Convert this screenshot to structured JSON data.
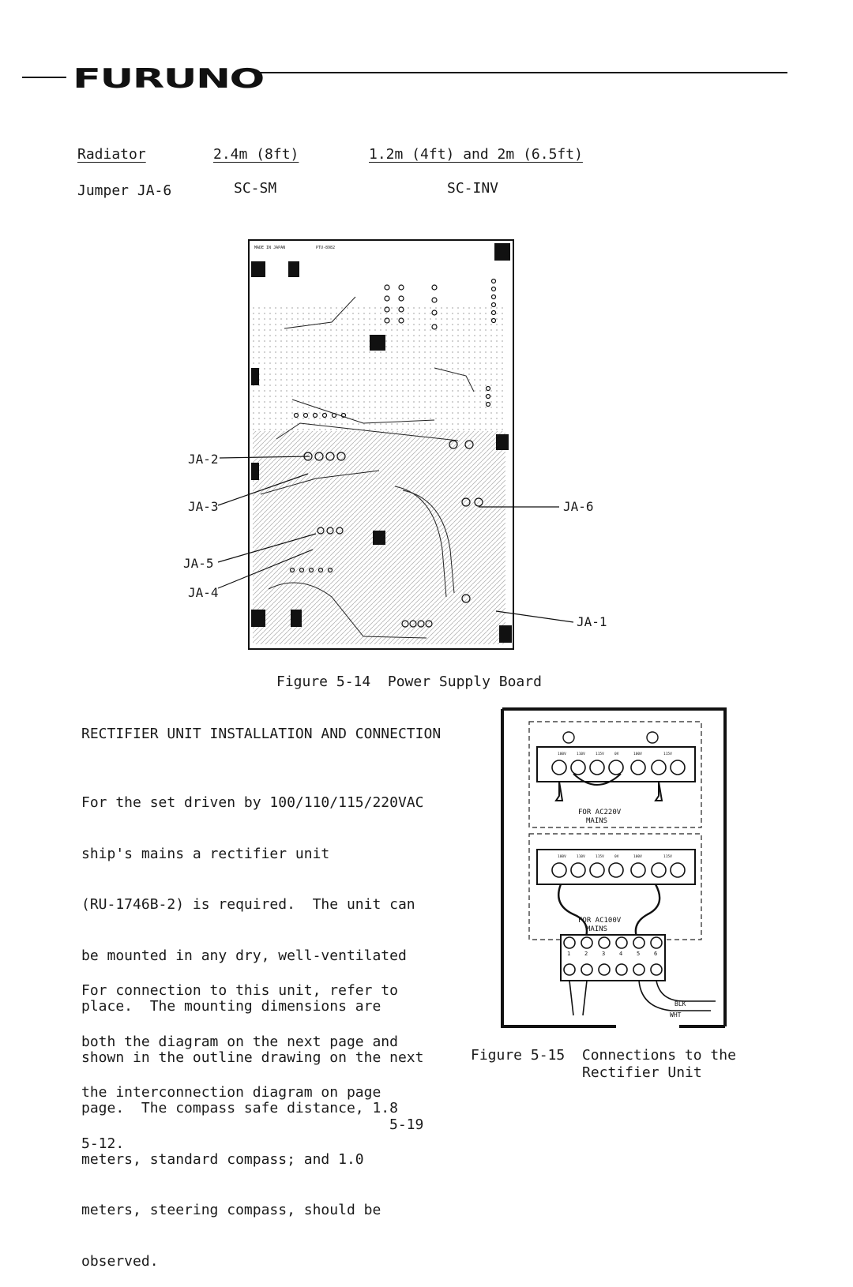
{
  "header": {
    "brand": "FURUNO"
  },
  "jumper_table": {
    "headers": [
      "Radiator",
      "2.4m (8ft)",
      "1.2m (4ft) and 2m (6.5ft)"
    ],
    "row": [
      "Jumper JA-6",
      "SC-SM",
      "SC-INV"
    ]
  },
  "figure14": {
    "caption": "Figure 5-14  Power Supply Board",
    "board_marks": [
      "MADE IN JAPAN",
      "PTU-8982"
    ],
    "labels": {
      "ja2": "JA-2",
      "ja3": "JA-3",
      "ja5": "JA-5",
      "ja4": "JA-4",
      "ja6": "JA-6",
      "ja1": "JA-1"
    }
  },
  "section": {
    "heading": "RECTIFIER UNIT INSTALLATION AND CONNECTION",
    "para1": [
      "For the set driven by 100/110/115/220VAC",
      "ship's mains a rectifier unit",
      "(RU-1746B-2) is required.  The unit can",
      "be mounted in any dry, well-ventilated",
      "place.  The mounting dimensions are",
      "shown in the outline drawing on the next",
      "page.  The compass safe distance, 1.8",
      "meters, standard compass; and 1.0",
      "meters, steering compass, should be",
      "observed."
    ],
    "para2": [
      "For connection to this unit, refer to",
      "both the diagram on the next page and",
      "the interconnection diagram on page",
      "5-12."
    ]
  },
  "figure15": {
    "caption_line1": "Figure 5-15  Connections to the",
    "caption_line2": "Rectifier Unit",
    "top_panel_label": "FOR AC220V",
    "top_panel_label2": "MAINS",
    "bottom_panel_label": "FOR AC100V",
    "bottom_panel_label2": "MAINS",
    "tap_labels": [
      "100V",
      "110V",
      "115V",
      "0V",
      "100V",
      "115V"
    ],
    "terminal_numbers": [
      "1",
      "2",
      "3",
      "4",
      "5",
      "6"
    ],
    "wire_labels": [
      "BLK",
      "WHT"
    ]
  },
  "footer": {
    "page_number": "5-19"
  }
}
